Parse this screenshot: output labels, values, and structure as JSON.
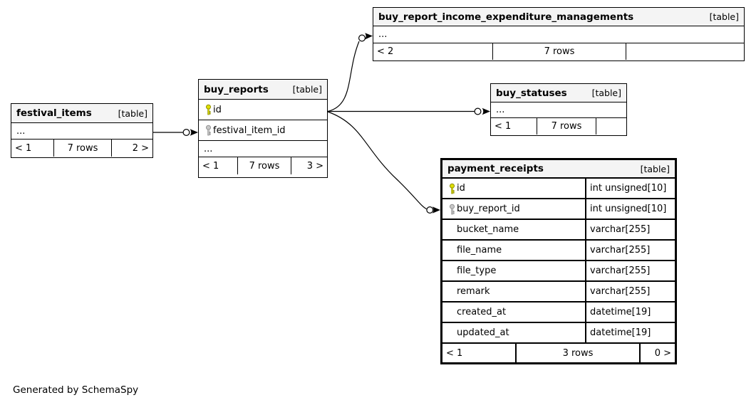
{
  "app": {
    "generator_note": "Generated by SchemaSpy"
  },
  "colors": {
    "table_header_bg": "#f4f4f4",
    "table_border": "#000000",
    "primary_key_icon": "#dfdf00",
    "foreign_key_icon": "#c9c9c9"
  },
  "tables": {
    "buy_report_income_expenditure_managements": {
      "name": "buy_report_income_expenditure_managements",
      "tag": "[table]",
      "ellipsis": "...",
      "footer": {
        "left": "< 2",
        "center": "7 rows",
        "right": ""
      }
    },
    "festival_items": {
      "name": "festival_items",
      "tag": "[table]",
      "ellipsis": "...",
      "footer": {
        "left": "< 1",
        "center": "7 rows",
        "right": "2 >"
      }
    },
    "buy_reports": {
      "name": "buy_reports",
      "tag": "[table]",
      "columns": [
        {
          "name": "id",
          "key": "primary"
        },
        {
          "name": "festival_item_id",
          "key": "foreign"
        }
      ],
      "ellipsis": "...",
      "footer": {
        "left": "< 1",
        "center": "7 rows",
        "right": "3 >"
      }
    },
    "buy_statuses": {
      "name": "buy_statuses",
      "tag": "[table]",
      "ellipsis": "...",
      "footer": {
        "left": "< 1",
        "center": "7 rows",
        "right": ""
      }
    },
    "payment_receipts": {
      "name": "payment_receipts",
      "tag": "[table]",
      "columns": [
        {
          "name": "id",
          "type": "int unsigned[10]",
          "key": "primary"
        },
        {
          "name": "buy_report_id",
          "type": "int unsigned[10]",
          "key": "foreign"
        },
        {
          "name": "bucket_name",
          "type": "varchar[255]"
        },
        {
          "name": "file_name",
          "type": "varchar[255]"
        },
        {
          "name": "file_type",
          "type": "varchar[255]"
        },
        {
          "name": "remark",
          "type": "varchar[255]"
        },
        {
          "name": "created_at",
          "type": "datetime[19]"
        },
        {
          "name": "updated_at",
          "type": "datetime[19]"
        }
      ],
      "footer": {
        "left": "< 1",
        "center": "3 rows",
        "right": "0 >"
      }
    }
  }
}
